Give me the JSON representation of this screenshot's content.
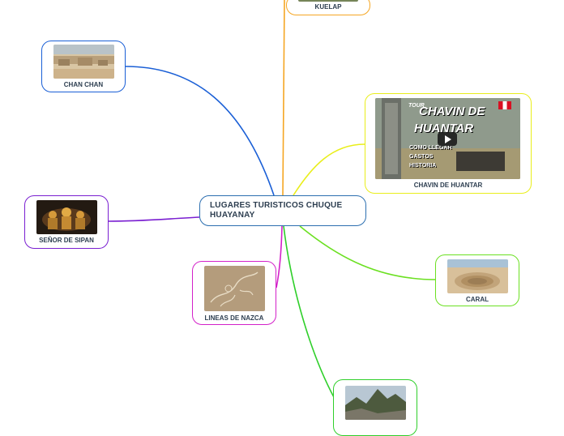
{
  "central": {
    "title": "LUGARES TURISTICOS  CHUQUE HUAYANAY"
  },
  "nodes": {
    "kuelap": {
      "label": "KUELAP",
      "color": "#f5a623"
    },
    "chan_chan": {
      "label": "CHAN CHAN",
      "color": "#1a5fd6"
    },
    "chavin": {
      "label": "CHAVIN DE HUANTAR",
      "color": "#e9ee1a",
      "thumb_text": {
        "tour": "TOUR",
        "line1": "CHAVIN DE",
        "line2": "HUANTAR",
        "b1": "COMO LLEGAR",
        "b2": "GASTOS",
        "b3": "HISTORIA"
      }
    },
    "senor_sipan": {
      "label": "SEÑOR DE SIPAN",
      "color": "#7a1fd1"
    },
    "nazca": {
      "label": "LINEAS DE NAZCA",
      "color": "#d321c9"
    },
    "caral": {
      "label": "CARAL",
      "color": "#6be021"
    },
    "machu": {
      "label": "",
      "color": "#2fcf2a"
    }
  }
}
